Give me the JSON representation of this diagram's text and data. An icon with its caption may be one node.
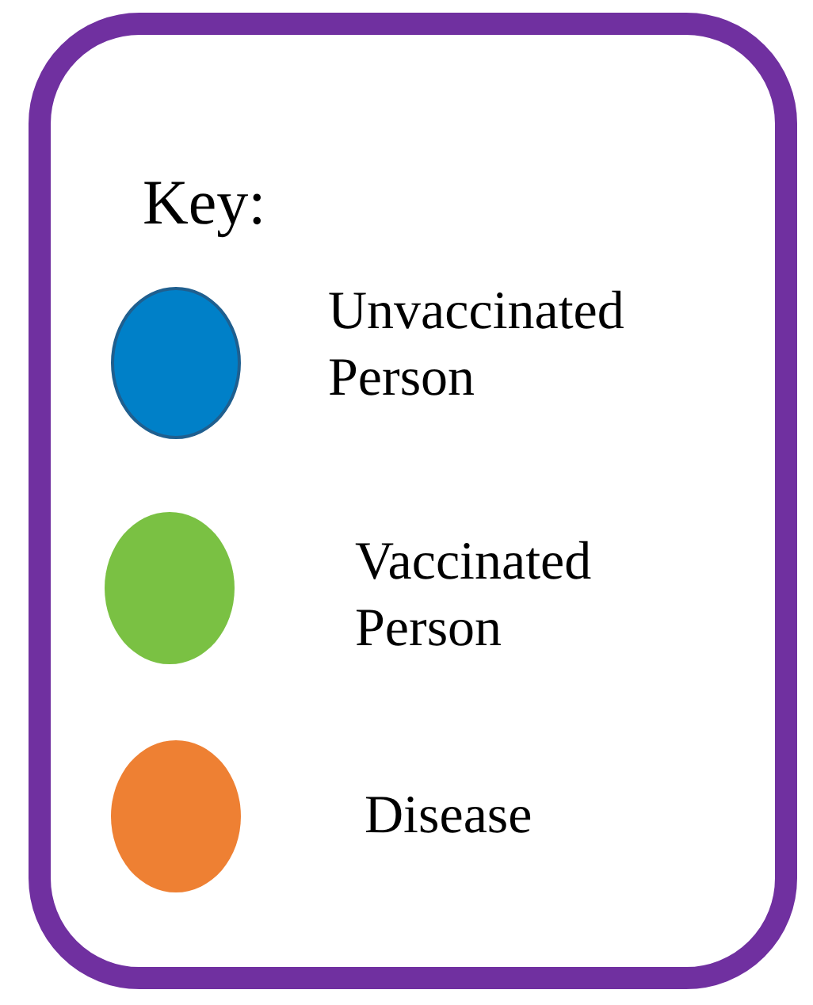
{
  "diagram": {
    "title": "Key:",
    "legend": [
      {
        "text": "Unvaccinated Person",
        "color": "#0080c8"
      },
      {
        "text": "Vaccinated Person",
        "color": "#7ac143"
      },
      {
        "text": "Disease",
        "color": "#ee8033"
      }
    ]
  }
}
